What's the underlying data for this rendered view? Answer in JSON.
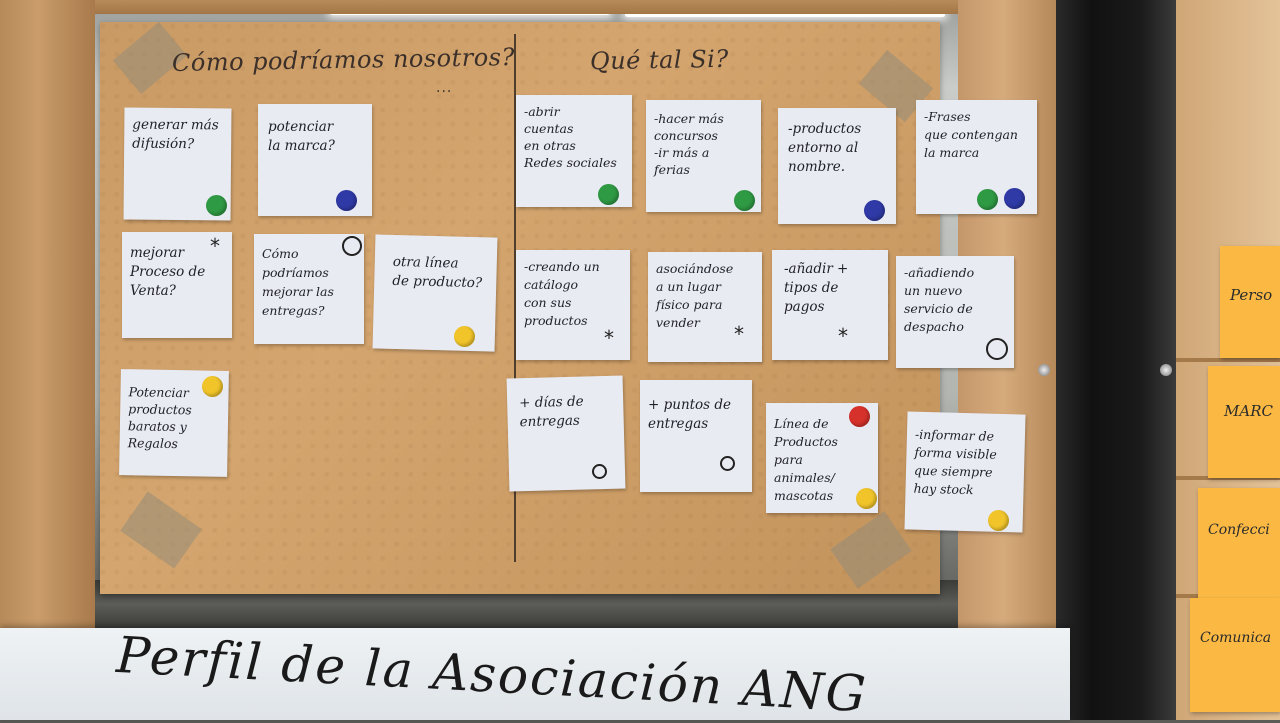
{
  "board": {
    "left_title": "Cómo podríamos nosotros?",
    "left_dots": "...",
    "right_title": "Qué tal Si?"
  },
  "notes": [
    {
      "text": "generar más\ndifusión?",
      "marker": "green-dot"
    },
    {
      "text": "potenciar\nla marca?",
      "marker": "blue-dot"
    },
    {
      "text": "mejorar\nProceso de\nVenta?",
      "marker": "asterisk"
    },
    {
      "text": "Cómo podríamos\nmejorar las\nentregas?",
      "marker": "ring"
    },
    {
      "text": "otra línea\nde producto?",
      "marker": "yellow-dot"
    },
    {
      "text": "Potenciar\nproductos\nbaratos y\nRegalos",
      "marker": "yellow-dot"
    },
    {
      "text": "-abrir\ncuentas\nen otras\nRedes sociales",
      "marker": "green-dot"
    },
    {
      "text": "-hacer más\nconcursos\n-ir más a\nferias",
      "marker": "green-dot"
    },
    {
      "text": "-productos\nentorno al\nnombre.",
      "marker": "blue-dot"
    },
    {
      "text": "-Frases\nque contengan\nla marca",
      "marker": "green-dot, blue-dot"
    },
    {
      "text": "-creando un\ncatálogo\ncon sus\nproductos",
      "marker": "asterisk"
    },
    {
      "text": "asociándose\na un lugar\nfísico para\nvender",
      "marker": "asterisk"
    },
    {
      "text": "-añadir +\ntipos de\npagos",
      "marker": "asterisk"
    },
    {
      "text": "-añadiendo\nun nuevo\nservicio de\ndespacho",
      "marker": "ring"
    },
    {
      "text": "+ días de\nentregas",
      "marker": "ring"
    },
    {
      "text": "+ puntos de\nentregas",
      "marker": "ring"
    },
    {
      "text": "Línea de\nProductos para\nanimales/\nmascotas",
      "marker": "red-dot, yellow-dot"
    },
    {
      "text": "-informar de\nforma visible\nque siempre\nhay stock",
      "marker": "yellow-dot"
    }
  ],
  "side_notes": [
    "Perso",
    "MARC",
    "Confecci",
    "Comunica"
  ],
  "banner": {
    "text": "Perfil de la Asociación ANG"
  },
  "colors": {
    "green": "#2f9a44",
    "blue": "#2f3aa6",
    "yellow": "#f1c52a",
    "red": "#d7312b",
    "note": "#e9ebf3",
    "orange_note": "#fbb944",
    "cork": "#cf9f68"
  }
}
